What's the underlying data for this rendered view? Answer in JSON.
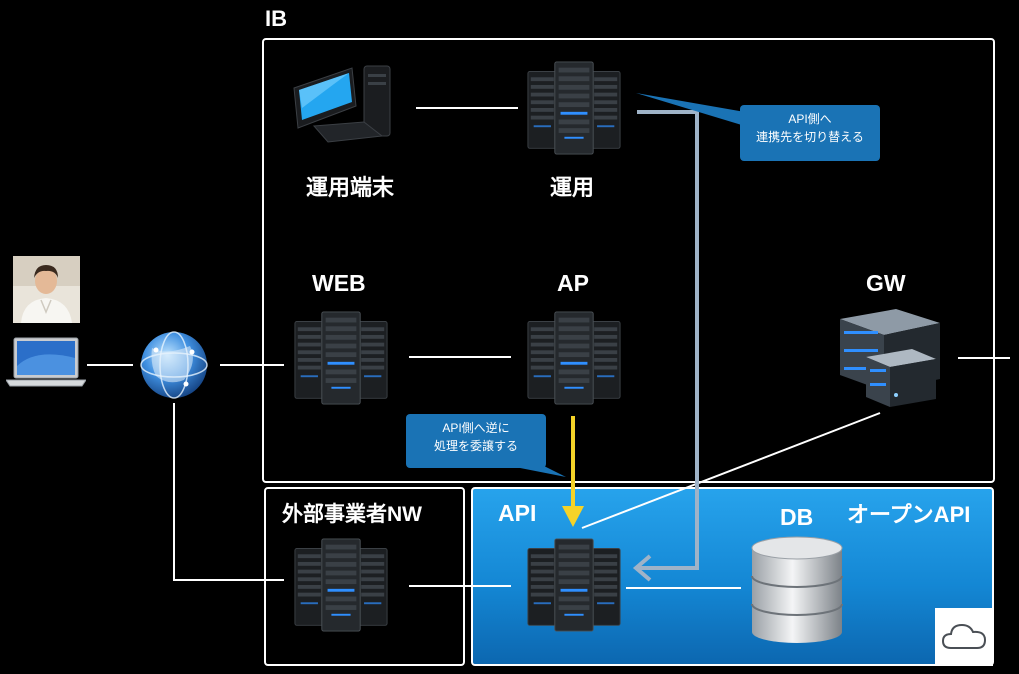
{
  "zones": {
    "ib": "IB",
    "external": "外部事業者NW",
    "open_api": "オープンAPI"
  },
  "nodes": {
    "terminal": "運用端末",
    "ops": "運用",
    "web": "WEB",
    "ap": "AP",
    "gw": "GW",
    "api": "API",
    "db": "DB"
  },
  "callouts": {
    "switch_line1": "API側へ",
    "switch_line2": "連携先を切り替える",
    "delegate_line1": "API側へ逆に",
    "delegate_line2": "処理を委譲する"
  },
  "colors": {
    "background": "#000000",
    "open_api_zone": "#1b8fdc",
    "callout": "#1a73b5",
    "delegate_arrow": "#f5d328",
    "switch_arrow": "#9fb3c8"
  }
}
